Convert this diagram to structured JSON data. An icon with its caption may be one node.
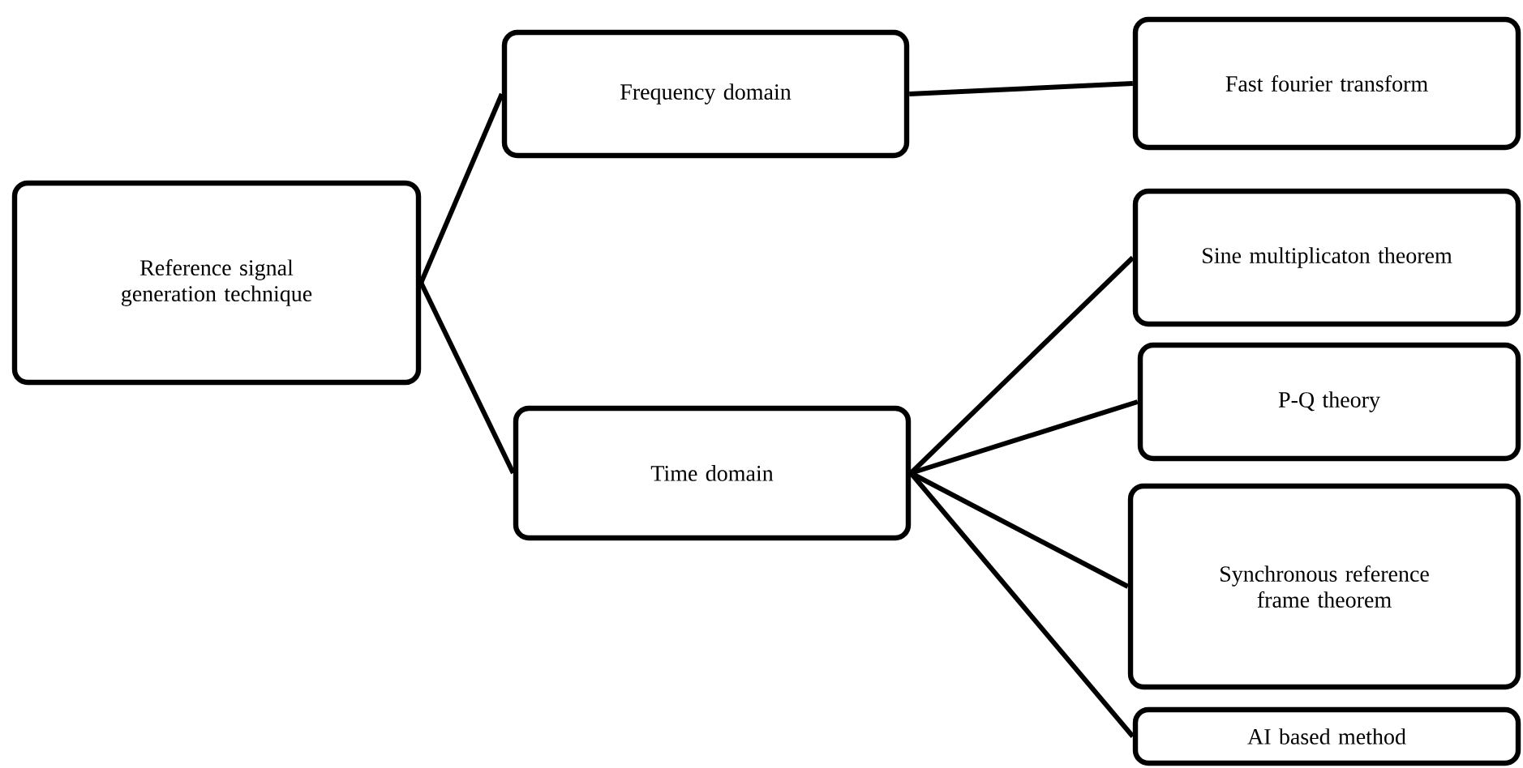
{
  "diagram": {
    "nodes": [
      {
        "text": [
          "Reference signal generation technique"
        ]
      },
      {
        "text": [
          "Frequency domain"
        ]
      },
      {
        "text": [
          "Time domain"
        ]
      },
      {
        "text": [
          "Fast fourier transform"
        ]
      },
      {
        "text": [
          "Sine multiplicaton theorem"
        ]
      },
      {
        "text": [
          "P-Q theory"
        ]
      },
      {
        "text": [
          "Synchronous reference frame theorem"
        ]
      },
      {
        "text": [
          "AI based method"
        ]
      }
    ],
    "edges": [
      {
        "from": 0,
        "to": 1,
        "arrow": "none"
      },
      {
        "from": 0,
        "to": 2,
        "arrow": "none"
      },
      {
        "from": 1,
        "to": 3,
        "arrow": "none"
      },
      {
        "from": 2,
        "to": 4,
        "arrow": "none"
      },
      {
        "from": 2,
        "to": 5,
        "arrow": "none"
      },
      {
        "from": 2,
        "to": 6,
        "arrow": "none"
      },
      {
        "from": 2,
        "to": 7,
        "arrow": "none"
      }
    ]
  }
}
